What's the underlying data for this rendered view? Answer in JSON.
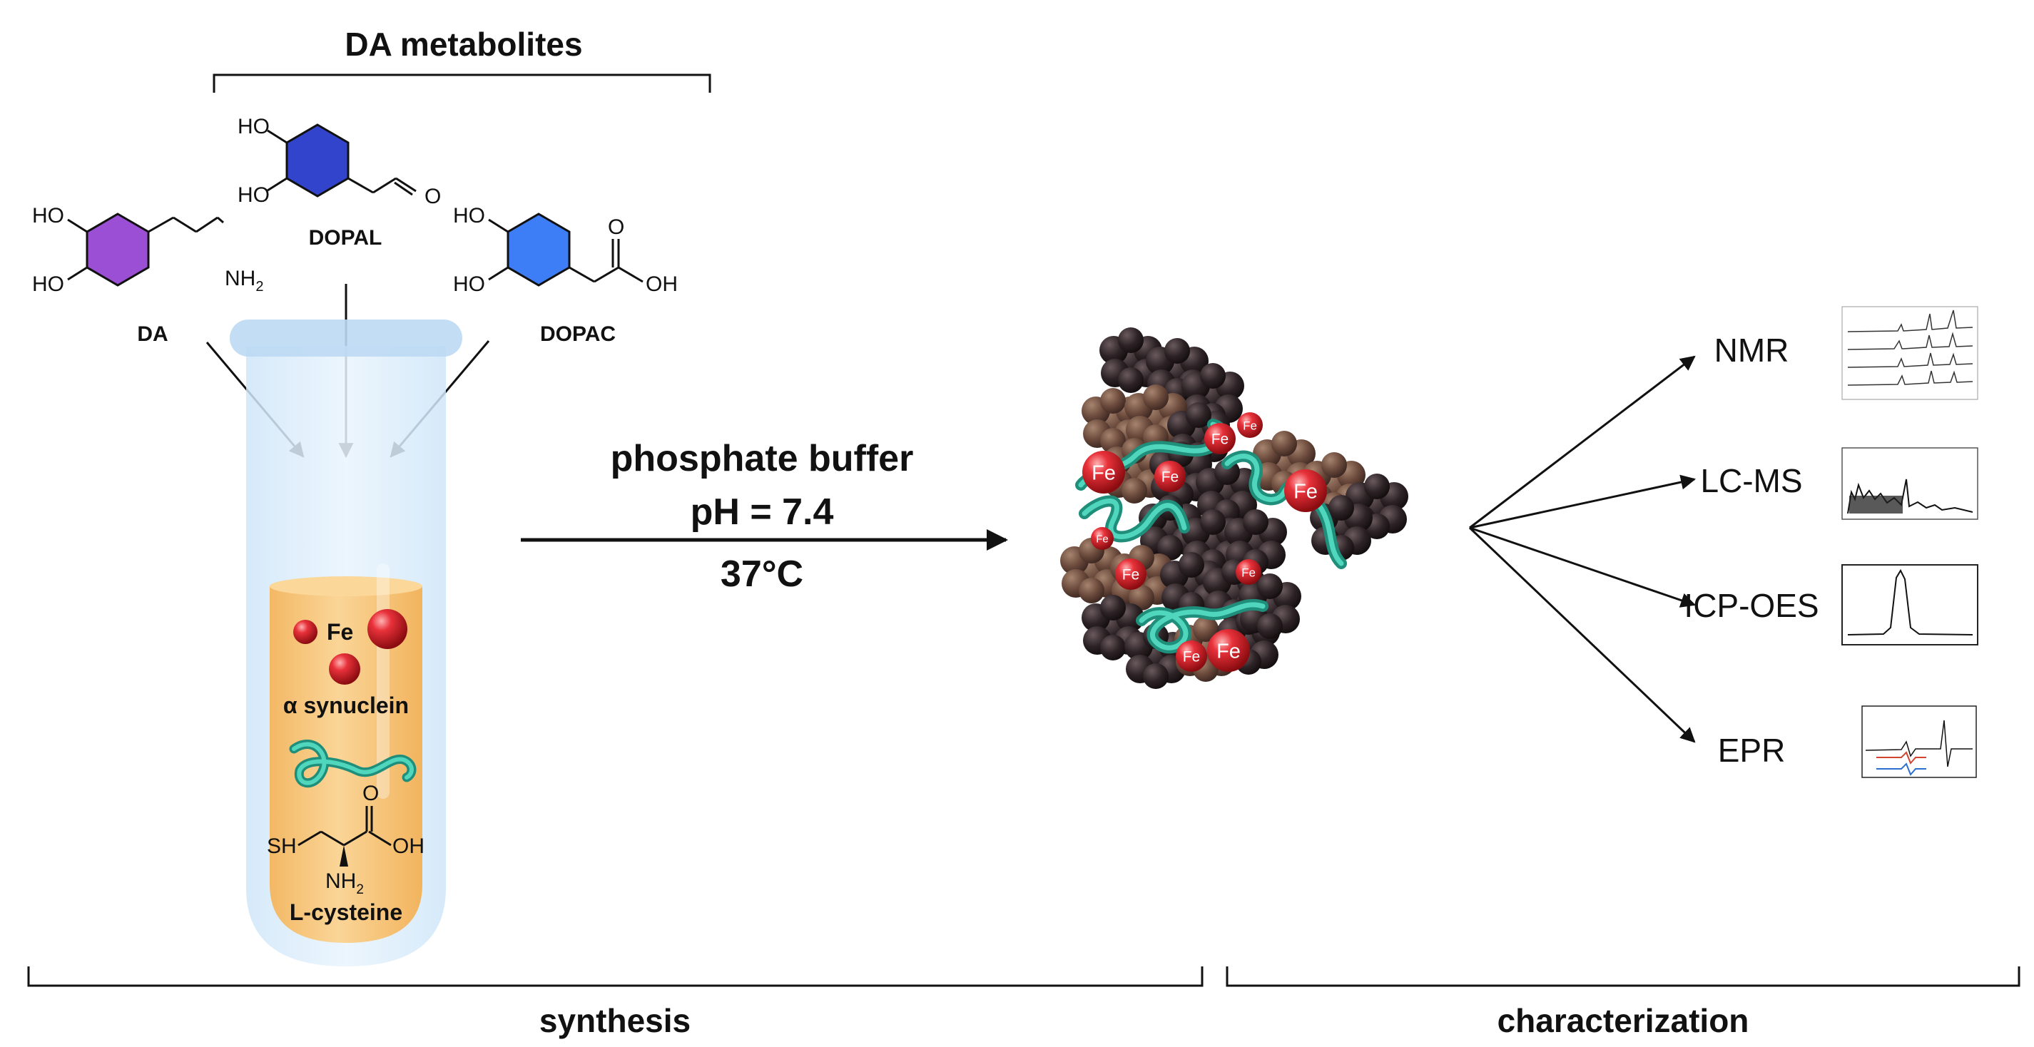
{
  "header": {
    "title": "DA metabolites"
  },
  "molecules": {
    "da": {
      "name": "DA",
      "oh_top": "HO",
      "oh_bottom": "HO",
      "group": "NH",
      "sub": "2",
      "color": "#9b4fd4"
    },
    "dopal": {
      "name": "DOPAL",
      "oh_top": "HO",
      "oh_bottom": "HO",
      "group": "O",
      "color": "#3344cc"
    },
    "dopac": {
      "name": "DOPAC",
      "oh_top": "HO",
      "oh_bottom": "HO",
      "carbonyl": "O",
      "group": "OH",
      "color": "#3d7df5"
    }
  },
  "tube": {
    "fe": "Fe",
    "alpha_synuclein": "α synuclein",
    "cysteine": {
      "sh": "SH",
      "carbonyl": "O",
      "oh": "OH",
      "nh": "NH",
      "sub": "2",
      "name": "L-cysteine"
    }
  },
  "conditions": {
    "line1": "phosphate buffer",
    "line2": "pH = 7.4",
    "line3": "37°C"
  },
  "product": {
    "fe_labels": [
      "Fe",
      "Fe",
      "Fe",
      "Fe",
      "Fe",
      "Fe",
      "Fe",
      "Fe",
      "Fe",
      "Fe"
    ]
  },
  "techniques": [
    "NMR",
    "LC-MS",
    "ICP-OES",
    "EPR"
  ],
  "brackets": {
    "left": "synthesis",
    "right": "characterization"
  },
  "colors": {
    "tube_glass": "#d8ecfb",
    "solution": "#f8cc86",
    "fe": "#e0262b",
    "protein": "#3cc3a8",
    "melanin_dark": "#2a2022",
    "melanin_brown": "#6b4a3c"
  }
}
